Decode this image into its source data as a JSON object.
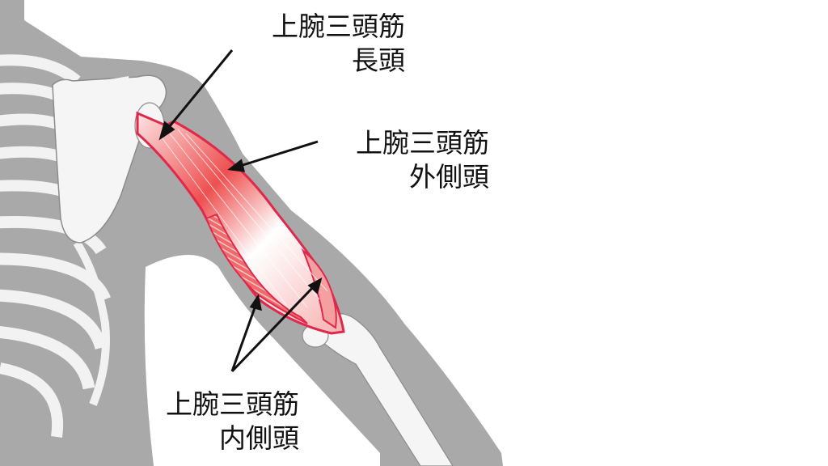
{
  "diagram": {
    "subject": "上腕三頭筋",
    "background_color": "#ffffff",
    "silhouette_color": "#a9a9a9",
    "bone_color": "#f2f2f2",
    "bone_outline_color": "#8c8c8c",
    "muscle_outline_color": "#e0284a",
    "muscle_fill_color": "#ef5a5a",
    "arrow_color": "#111111",
    "labels": [
      {
        "id": "long-head",
        "line1": "上腕三頭筋",
        "line2": "長頭"
      },
      {
        "id": "lateral-head",
        "line1": "上腕三頭筋",
        "line2": "外側頭"
      },
      {
        "id": "medial-head",
        "line1": "上腕三頭筋",
        "line2": "内側頭"
      }
    ],
    "structures": [
      "rib cage",
      "scapula",
      "humerus",
      "ulna",
      "radius",
      "triceps brachii"
    ]
  }
}
